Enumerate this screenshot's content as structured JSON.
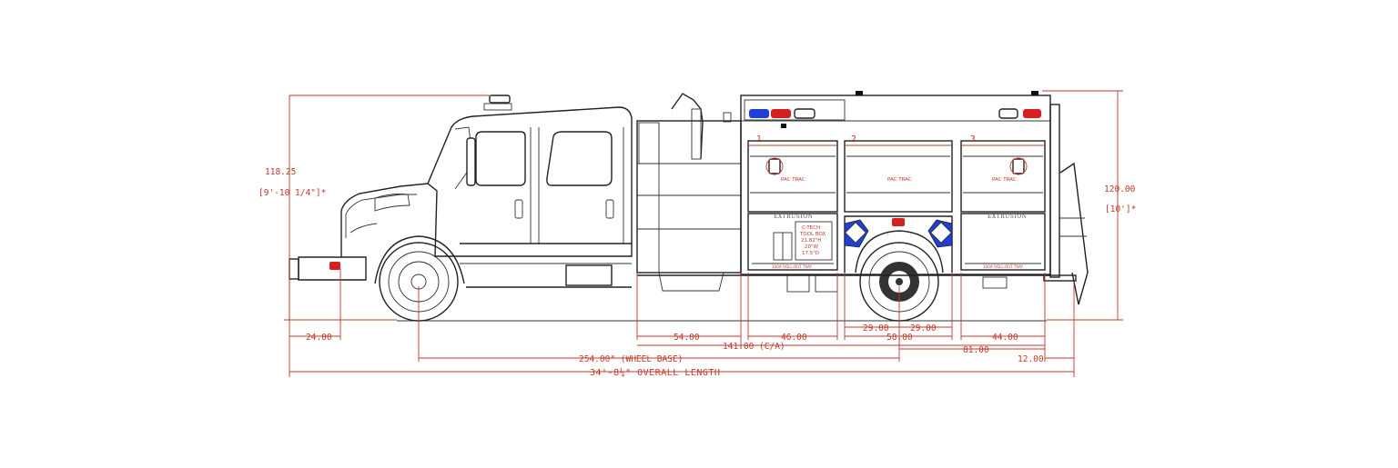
{
  "dimensions": {
    "height_left": "118.25",
    "height_left_ft": "[9'-10 1/4\"]*",
    "height_right": "120.00",
    "height_right_ft": "[10']*",
    "front_overhang": "24.00",
    "d54": "54.00",
    "d46": "46.00",
    "d29a": "29.00",
    "d29b": "29.00",
    "d58": "58.00",
    "d44": "44.00",
    "d141": "141.00 (C/A)",
    "d81": "81.00",
    "wheel_base": "254.00\" (WHEEL BASE)",
    "d12": "12.00",
    "overall_length": "34'-8¼\" OVERALL LENGTH"
  },
  "compartments": {
    "num1": "1",
    "num2": "2",
    "num3": "3",
    "pac1": "PAC TRAC",
    "pac2": "PAC TRAC",
    "pac3": "PAC TRAC",
    "ext1": "EXTRUSION",
    "ext2": "EXTRUSION",
    "toolbox_l1": "C-TECH",
    "toolbox_l2": "TOOL BOX",
    "toolbox_l3": "21.82\"H",
    "toolbox_l4": "20\"W",
    "toolbox_l5": "17.5\"D",
    "tray1": "100# ROLL-OUT TRAY",
    "tray2": "100# ROLL-OUT TRAY"
  },
  "colors": {
    "dimension_red": "#c0392b",
    "linework": "#222222",
    "light_red": "#d62020",
    "light_blue": "#1f3fd6"
  }
}
